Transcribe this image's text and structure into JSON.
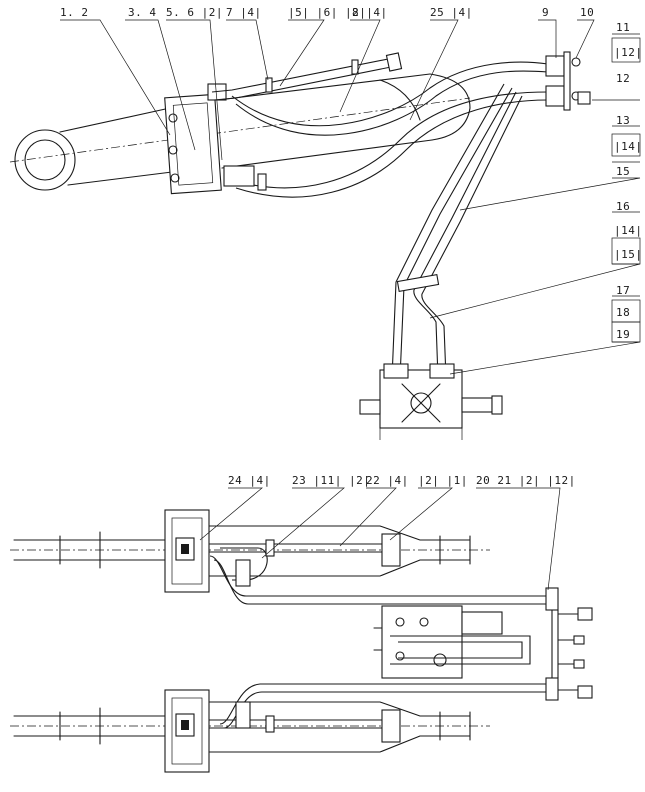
{
  "callouts_top": [
    {
      "id": "c-1-2",
      "text": "1. 2"
    },
    {
      "id": "c-3-4",
      "text": "3. 4"
    },
    {
      "id": "c-5-6",
      "text": "5. 6 |2|"
    },
    {
      "id": "c-7",
      "text": "7 |4|"
    },
    {
      "id": "c-5-6-2",
      "text": "|5| |6| |2|"
    },
    {
      "id": "c-8",
      "text": "8 |4|"
    },
    {
      "id": "c-25",
      "text": "25 |4|"
    },
    {
      "id": "c-9",
      "text": "9"
    },
    {
      "id": "c-10",
      "text": "10"
    },
    {
      "id": "c-11",
      "text": "11"
    },
    {
      "id": "c-12b",
      "text": "|12|"
    },
    {
      "id": "c-12",
      "text": "12"
    },
    {
      "id": "c-13",
      "text": "13"
    },
    {
      "id": "c-14b",
      "text": "|14|"
    },
    {
      "id": "c-15",
      "text": "15"
    },
    {
      "id": "c-16",
      "text": "16"
    },
    {
      "id": "c-14c",
      "text": "|14|"
    },
    {
      "id": "c-15b",
      "text": "|15|"
    },
    {
      "id": "c-17",
      "text": "17"
    },
    {
      "id": "c-18",
      "text": "18"
    },
    {
      "id": "c-19",
      "text": "19"
    }
  ],
  "callouts_bottom": [
    {
      "id": "c-24",
      "text": "24 |4|"
    },
    {
      "id": "c-23",
      "text": "23 |11| |2|"
    },
    {
      "id": "c-22",
      "text": "22 |4|"
    },
    {
      "id": "c-21-1",
      "text": "|2| |1|"
    },
    {
      "id": "c-20-21",
      "text": "20 21 |2| |12|"
    }
  ]
}
